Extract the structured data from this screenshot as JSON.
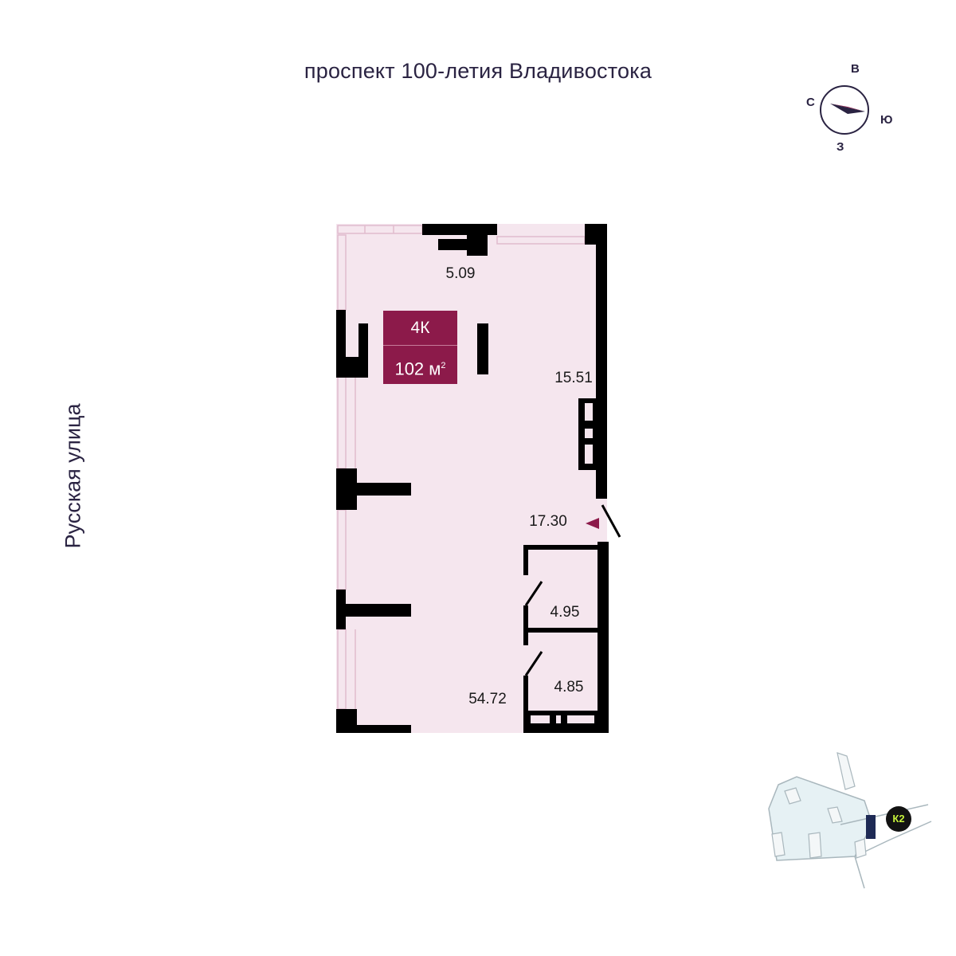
{
  "streets": {
    "top": "проспект 100-летия Владивостока",
    "left": "Русская улица"
  },
  "compass": {
    "north": "С",
    "east": "В",
    "south": "Ю",
    "west": "З"
  },
  "apartment": {
    "rooms": "4К",
    "area_value": "102 м",
    "area_unit_sup": "2"
  },
  "room_areas": {
    "balcony_top": "5.09",
    "kitchen": "15.51",
    "hall": "17.30",
    "bathroom_1": "4.95",
    "bathroom_2": "4.85",
    "living": "54.72"
  },
  "keyplan": {
    "building_label": "К2"
  },
  "colors": {
    "floor": "#f5e6ee",
    "wall": "#000000",
    "accent": "#8c1a4a",
    "text": "#2a2342",
    "key_badge_text": "#c6f23b",
    "keyplan_fill": "#e6f1f4"
  }
}
